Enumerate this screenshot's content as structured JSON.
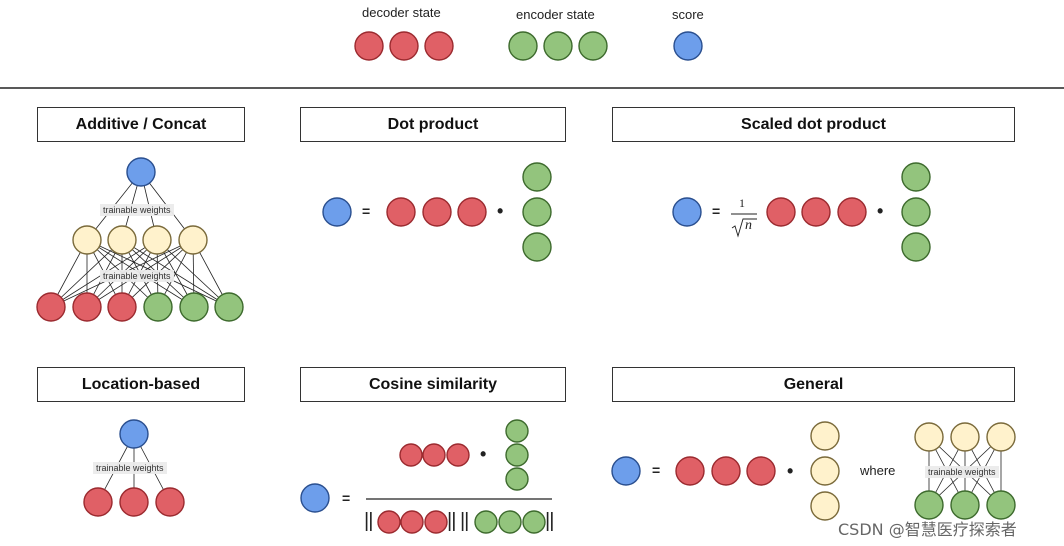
{
  "colors": {
    "decoder_fill": "#e06066",
    "decoder_stroke": "#9b2a2f",
    "encoder_fill": "#93c47d",
    "encoder_stroke": "#3d6a2d",
    "score_fill": "#6d9eeb",
    "score_stroke": "#2a4f8f",
    "hidden_fill": "#fff2cc",
    "hidden_stroke": "#7a6a3a"
  },
  "legend": {
    "decoder_label": "decoder state",
    "encoder_label": "encoder state",
    "score_label": "score"
  },
  "panels": {
    "additive": {
      "title": "Additive / Concat",
      "weights_top": "trainable weights",
      "weights_bottom": "trainable weights"
    },
    "dot": {
      "title": "Dot product",
      "equals": "=",
      "dot": "•"
    },
    "scaled": {
      "title": "Scaled dot product",
      "equals": "=",
      "numerator": "1",
      "denominator": "√n",
      "dot": "•"
    },
    "location": {
      "title": "Location-based",
      "weights": "trainable weights"
    },
    "cosine": {
      "title": "Cosine similarity",
      "equals": "=",
      "dot": "•",
      "bar_left": "||",
      "bar_mid": "|| ||",
      "bar_right": "||"
    },
    "general": {
      "title": "General",
      "equals": "=",
      "dot": "•",
      "where": "where",
      "weights": "trainable weights"
    }
  },
  "watermark": "CSDN @智慧医疗探索者"
}
